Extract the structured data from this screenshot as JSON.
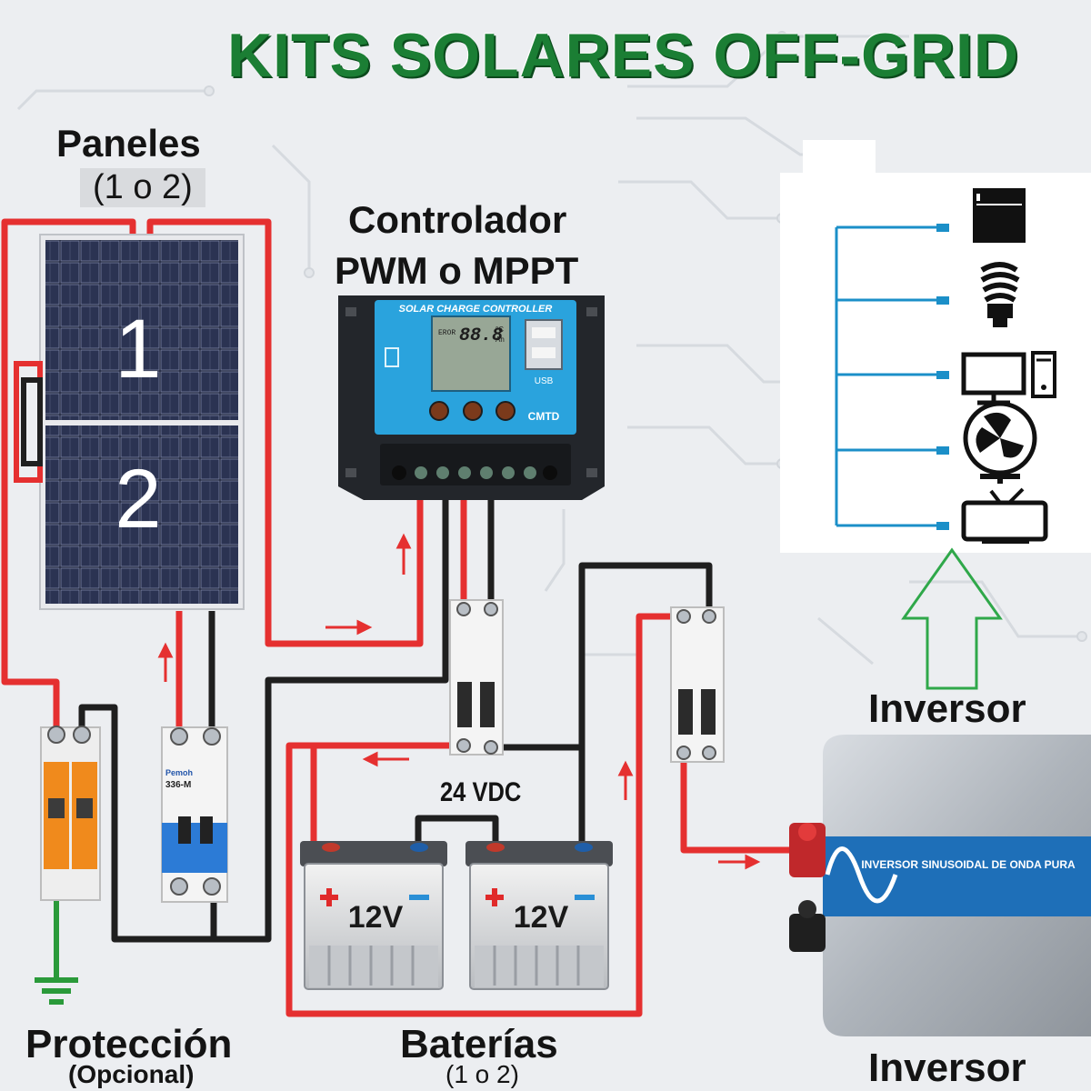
{
  "title": "KITS SOLARES OFF-GRID",
  "labels": {
    "paneles": "Paneles",
    "paneles_sub": "(1 o 2)",
    "controlador_line1": "Controlador",
    "controlador_line2": "PWM o MPPT",
    "voltage": "24 VDC",
    "inversor_top": "Inversor",
    "inversor_bottom": "Inversor",
    "proteccion": "Protección",
    "proteccion_sub": "(Opcional)",
    "baterias": "Baterías",
    "baterias_sub": "(1 o 2)"
  },
  "panels": {
    "numbers": [
      "1",
      "2"
    ]
  },
  "controller": {
    "header": "SOLAR CHARGE CONTROLLER",
    "display_value": "88.8",
    "display_unit": "°C",
    "display_unit2": "Ah",
    "display_flag": "EROR",
    "usb_label": "USB",
    "brand": "CMTD"
  },
  "batteries": [
    {
      "voltage": "12V"
    },
    {
      "voltage": "12V"
    }
  ],
  "inverter": {
    "band_text": "INVERSOR SINUSOIDAL DE ONDA PURA"
  },
  "surge_protector": {
    "model": "336-M",
    "brand": "Pemoh"
  },
  "loads": [
    "fridge-icon",
    "cfl-bulb-icon",
    "computer-icon",
    "fan-icon",
    "tv-icon"
  ],
  "colors": {
    "title": "#1b7e34",
    "wire_positive": "#e53030",
    "wire_negative": "#202020",
    "ground": "#2a9a3a",
    "load_bus": "#1b8fc8",
    "arrow_green": "#2fa84a",
    "controller_screen": "#2aa3dd",
    "inverter_band": "#1e6fb8"
  }
}
